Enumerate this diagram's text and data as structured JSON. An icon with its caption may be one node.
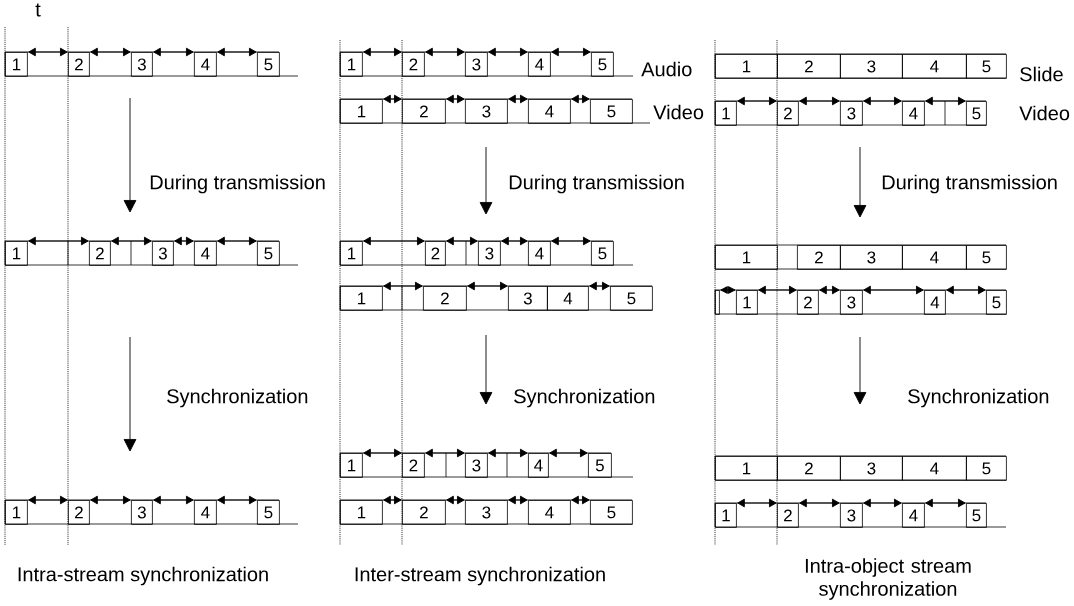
{
  "diagram": {
    "nodes": [
      {
        "text": [
          "1"
        ]
      },
      {
        "text": [
          "2"
        ]
      },
      {
        "text": [
          "3"
        ]
      },
      {
        "text": [
          "4"
        ]
      },
      {
        "text": [
          "5"
        ]
      },
      {
        "text": [
          "1"
        ]
      },
      {
        "text": [
          "2"
        ]
      },
      {
        "text": [
          "3"
        ]
      },
      {
        "text": [
          "4"
        ]
      },
      {
        "text": [
          "5"
        ]
      },
      {
        "text": [
          "1"
        ]
      },
      {
        "text": [
          "2"
        ]
      },
      {
        "text": [
          "3"
        ]
      },
      {
        "text": [
          "4"
        ]
      },
      {
        "text": [
          "5"
        ]
      },
      {
        "text": [
          "1"
        ]
      },
      {
        "text": [
          "2"
        ]
      },
      {
        "text": [
          "3"
        ]
      },
      {
        "text": [
          "4"
        ]
      },
      {
        "text": [
          "5"
        ]
      },
      {
        "text": [
          "1"
        ]
      },
      {
        "text": [
          "2"
        ]
      },
      {
        "text": [
          "3"
        ]
      },
      {
        "text": [
          "4"
        ]
      },
      {
        "text": [
          "5"
        ]
      },
      {
        "text": [
          "1"
        ]
      },
      {
        "text": [
          "2"
        ]
      },
      {
        "text": [
          "3"
        ]
      },
      {
        "text": [
          "4"
        ]
      },
      {
        "text": [
          "5"
        ]
      },
      {
        "text": [
          "1"
        ]
      },
      {
        "text": [
          "2"
        ]
      },
      {
        "text": [
          "3"
        ]
      },
      {
        "text": [
          "4"
        ]
      },
      {
        "text": [
          "5"
        ]
      },
      {
        "text": [
          "1"
        ]
      },
      {
        "text": [
          "2"
        ]
      },
      {
        "text": [
          "3"
        ]
      },
      {
        "text": [
          "4"
        ]
      },
      {
        "text": [
          "5"
        ]
      },
      {
        "text": [
          "1"
        ]
      },
      {
        "text": [
          "2"
        ]
      },
      {
        "text": [
          "3"
        ]
      },
      {
        "text": [
          "4"
        ]
      },
      {
        "text": [
          "5"
        ]
      },
      {
        "text": [
          "1"
        ]
      },
      {
        "text": [
          "2"
        ]
      },
      {
        "text": [
          "3"
        ]
      },
      {
        "text": [
          "4"
        ]
      },
      {
        "text": [
          "5"
        ]
      },
      {
        "text": [
          "1"
        ]
      },
      {
        "text": [
          "2"
        ]
      },
      {
        "text": [
          "3"
        ]
      },
      {
        "text": [
          "4"
        ]
      },
      {
        "text": [
          "5"
        ]
      },
      {
        "text": [
          "1"
        ]
      },
      {
        "text": [
          "2"
        ]
      },
      {
        "text": [
          "3"
        ]
      },
      {
        "text": [
          "4"
        ]
      },
      {
        "text": [
          "5"
        ]
      },
      {
        "text": [
          "1"
        ]
      },
      {
        "text": [
          "2"
        ]
      },
      {
        "text": [
          "3"
        ]
      },
      {
        "text": [
          "4"
        ]
      },
      {
        "text": [
          "5"
        ]
      },
      {
        "text": [
          "1"
        ]
      },
      {
        "text": [
          "2"
        ]
      },
      {
        "text": [
          "3"
        ]
      },
      {
        "text": [
          "4"
        ]
      },
      {
        "text": [
          "5"
        ]
      },
      {
        "text": [
          "1"
        ]
      },
      {
        "text": [
          "2"
        ]
      },
      {
        "text": [
          "3"
        ]
      },
      {
        "text": [
          "4"
        ]
      },
      {
        "text": [
          "5"
        ]
      },
      {
        "text": [],
        "shape": "box"
      }
    ],
    "edges": [
      {
        "from": 0,
        "to": 1,
        "arrow": "both"
      },
      {
        "from": 1,
        "to": 2,
        "arrow": "both"
      },
      {
        "from": 2,
        "to": 3,
        "arrow": "both"
      },
      {
        "from": 3,
        "to": 4,
        "arrow": "both"
      },
      {
        "from": 5,
        "to": 6,
        "arrow": "both"
      },
      {
        "from": 6,
        "to": 7,
        "arrow": "both"
      },
      {
        "from": 7,
        "to": 8,
        "arrow": "both"
      },
      {
        "from": 8,
        "to": 9,
        "arrow": "both"
      },
      {
        "from": 10,
        "to": 11,
        "arrow": "both"
      },
      {
        "from": 11,
        "to": 12,
        "arrow": "both"
      },
      {
        "from": 12,
        "to": 13,
        "arrow": "both"
      },
      {
        "from": 13,
        "to": 14,
        "arrow": "both"
      },
      {
        "from": 15,
        "to": 16,
        "arrow": "both"
      },
      {
        "from": 16,
        "to": 17,
        "arrow": "both"
      },
      {
        "from": 17,
        "to": 18,
        "arrow": "both"
      },
      {
        "from": 18,
        "to": 19,
        "arrow": "both"
      },
      {
        "from": 20,
        "to": 21,
        "arrow": "both"
      },
      {
        "from": 21,
        "to": 22,
        "arrow": "both"
      },
      {
        "from": 22,
        "to": 23,
        "arrow": "both"
      },
      {
        "from": 23,
        "to": 24,
        "arrow": "both"
      },
      {
        "from": 25,
        "to": 26,
        "arrow": "both"
      },
      {
        "from": 26,
        "to": 27,
        "arrow": "both"
      },
      {
        "from": 27,
        "to": 28,
        "arrow": "both"
      },
      {
        "from": 28,
        "to": 29,
        "arrow": "both"
      },
      {
        "from": 30,
        "to": 31,
        "arrow": "both"
      },
      {
        "from": 31,
        "to": 32,
        "arrow": "both"
      },
      {
        "from": 33,
        "to": 34,
        "arrow": "both"
      },
      {
        "from": 35,
        "to": 36,
        "arrow": "both"
      },
      {
        "from": 36,
        "to": 37,
        "arrow": "both"
      },
      {
        "from": 37,
        "to": 38,
        "arrow": "both"
      },
      {
        "from": 38,
        "to": 39,
        "arrow": "both"
      },
      {
        "from": 40,
        "to": 41,
        "arrow": "both"
      },
      {
        "from": 41,
        "to": 42,
        "arrow": "both"
      },
      {
        "from": 42,
        "to": 43,
        "arrow": "both"
      },
      {
        "from": 43,
        "to": 44,
        "arrow": "both"
      },
      {
        "from": 50,
        "to": 51,
        "arrow": "both"
      },
      {
        "from": 51,
        "to": 52,
        "arrow": "both"
      },
      {
        "from": 52,
        "to": 53,
        "arrow": "both"
      },
      {
        "from": 53,
        "to": 54,
        "arrow": "both"
      },
      {
        "from": 75,
        "to": 60,
        "arrow": "both"
      },
      {
        "from": 60,
        "to": 61,
        "arrow": "both"
      },
      {
        "from": 61,
        "to": 62,
        "arrow": "both"
      },
      {
        "from": 62,
        "to": 63,
        "arrow": "both"
      },
      {
        "from": 63,
        "to": 64,
        "arrow": "both"
      },
      {
        "from": 70,
        "to": 71,
        "arrow": "both"
      },
      {
        "from": 71,
        "to": 72,
        "arrow": "both"
      },
      {
        "from": 72,
        "to": 73,
        "arrow": "both"
      },
      {
        "from": 73,
        "to": 74,
        "arrow": "both"
      }
    ],
    "labels": [
      "t",
      "Audio",
      "Slide",
      "Video",
      "Video",
      "During transmission",
      "During transmission",
      "During transmission",
      "Synchronization",
      "Synchronization",
      "Synchronization",
      "Intra-stream synchronization",
      "Inter-stream synchronization",
      "Intra-object stream synchronization"
    ]
  }
}
